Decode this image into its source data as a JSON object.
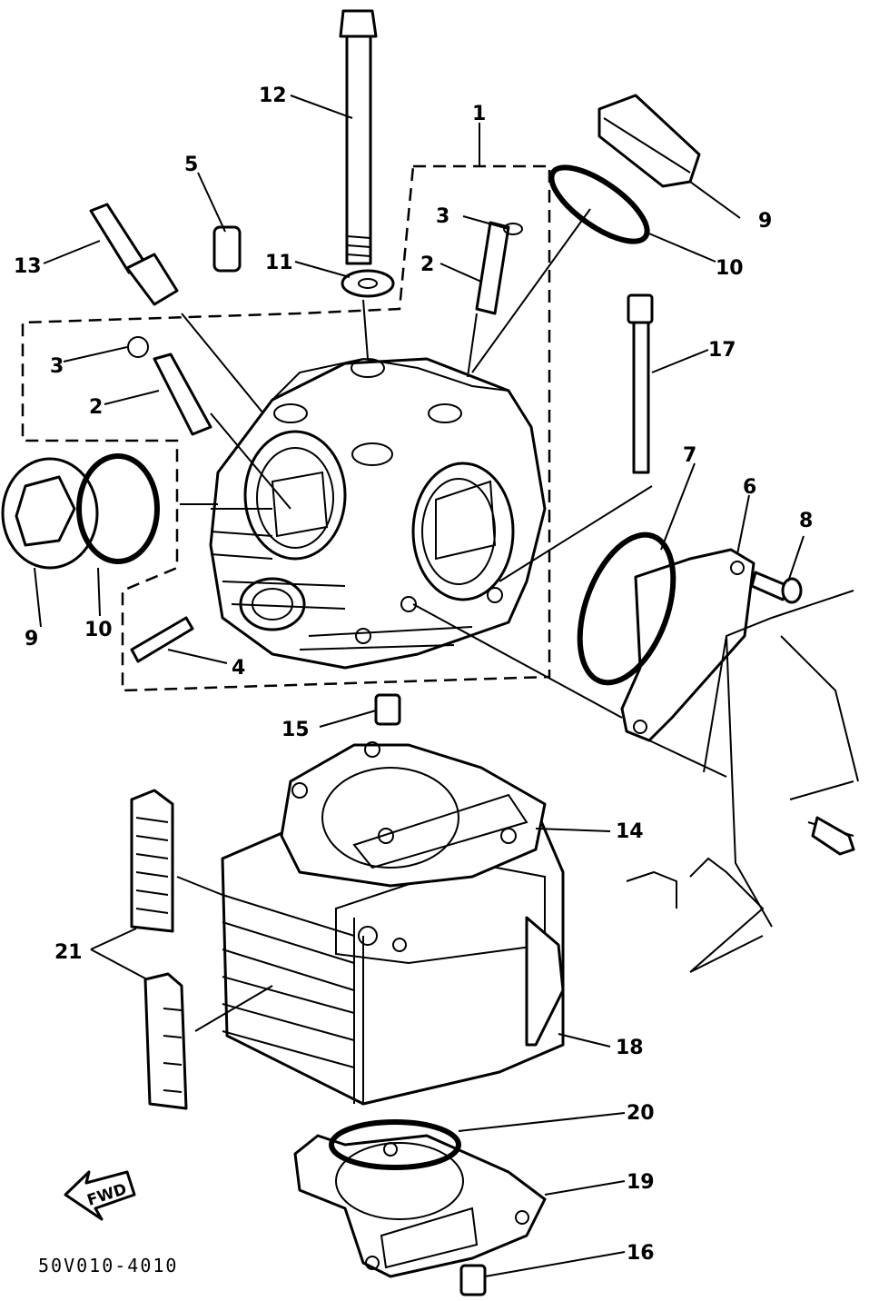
{
  "diagram_code": "50V010-4010",
  "fwd_label": "FWD",
  "callouts": {
    "c1": "1",
    "c2a": "2",
    "c2b": "2",
    "c3a": "3",
    "c3b": "3",
    "c4": "4",
    "c5": "5",
    "c6": "6",
    "c7": "7",
    "c8": "8",
    "c9a": "9",
    "c9b": "9",
    "c10a": "10",
    "c10b": "10",
    "c11": "11",
    "c12": "12",
    "c13": "13",
    "c14": "14",
    "c15": "15",
    "c16": "16",
    "c17": "17",
    "c18": "18",
    "c19": "19",
    "c20": "20",
    "c21": "21"
  }
}
